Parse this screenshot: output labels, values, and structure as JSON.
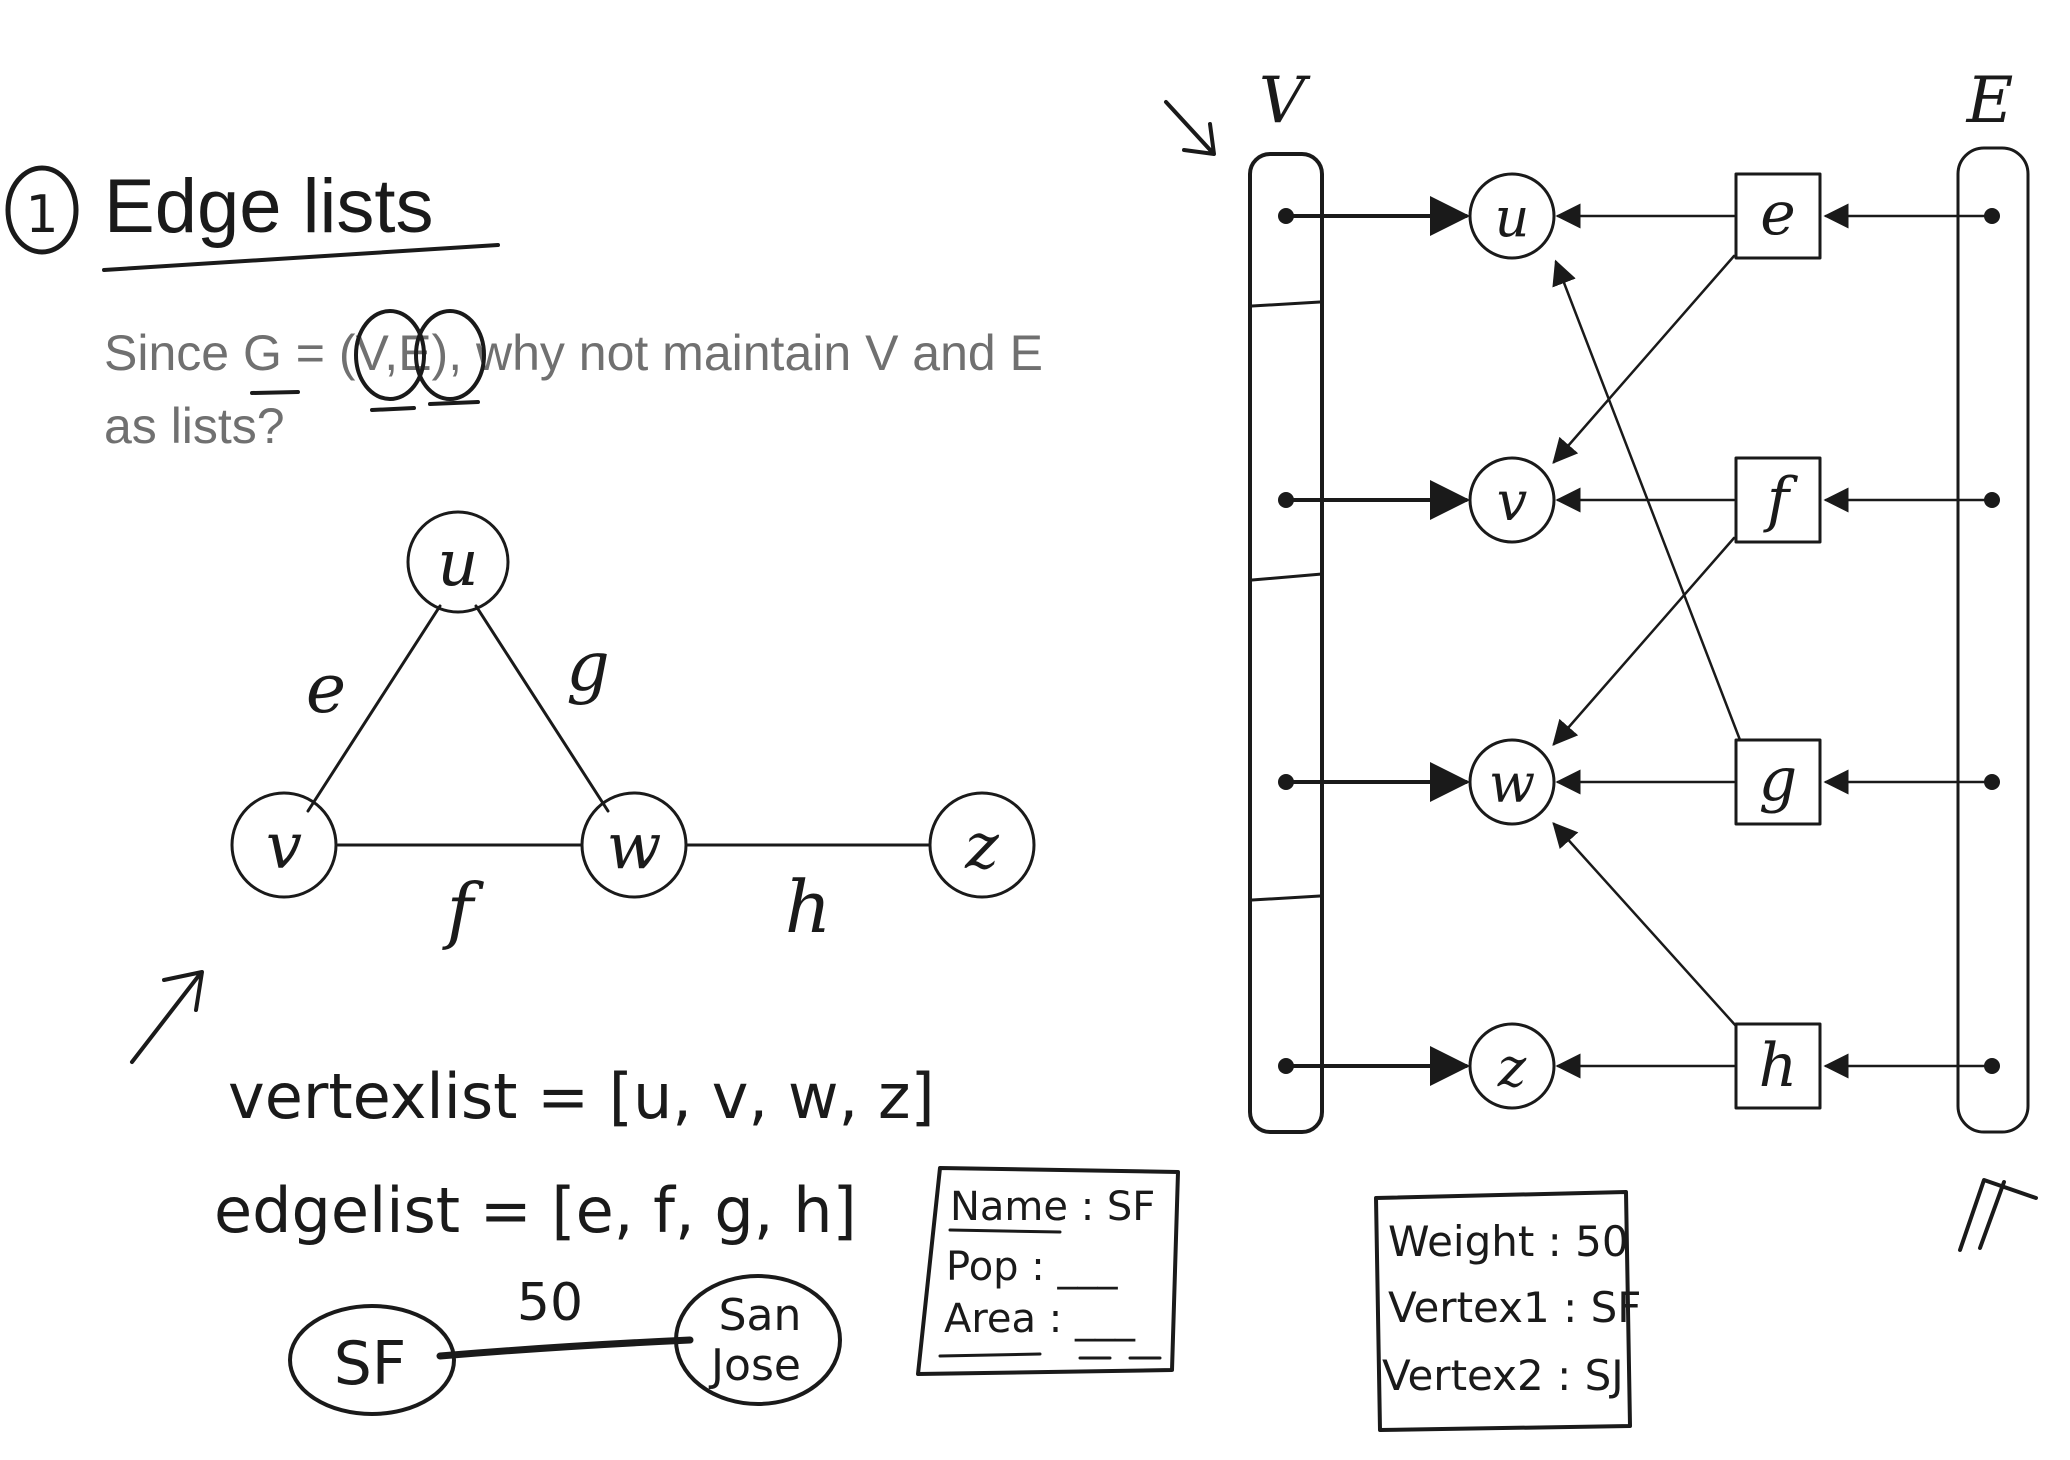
{
  "slide": {
    "number": "1",
    "title": "Edge lists",
    "subtitle": {
      "part1": "Since ",
      "g": "G",
      "part2": " = (",
      "v": "V",
      "e": "E",
      "part3": "), why not maintain V and E",
      "line2": "as lists?"
    }
  },
  "graph": {
    "vertices": [
      "u",
      "v",
      "w",
      "z"
    ],
    "edges": [
      {
        "label": "e",
        "from": "u",
        "to": "v"
      },
      {
        "label": "g",
        "from": "u",
        "to": "w"
      },
      {
        "label": "f",
        "from": "v",
        "to": "w"
      },
      {
        "label": "h",
        "from": "w",
        "to": "z"
      }
    ]
  },
  "lists": {
    "vertexlist": "vertexlist = [u, v, w, z]",
    "edgelist": "edgelist = [e, f, g, h]"
  },
  "city_example": {
    "a": "SF",
    "b_line1": "San",
    "b_line2": "Jose",
    "weight": "50"
  },
  "vertex_record": {
    "name": "Name : SF",
    "pop": "Pop : ___",
    "area": "Area : ___"
  },
  "edge_record": {
    "weight": "Weight : 50",
    "v1": "Vertex1 : SF",
    "v2": "Vertex2 : SJ"
  },
  "structure": {
    "v_label": "V",
    "e_label": "E",
    "vertices": [
      "u",
      "v",
      "w",
      "z"
    ],
    "edges": [
      "e",
      "f",
      "g",
      "h"
    ]
  },
  "colors": {
    "ink": "#1a1a1a",
    "gray_text": "#707070"
  }
}
